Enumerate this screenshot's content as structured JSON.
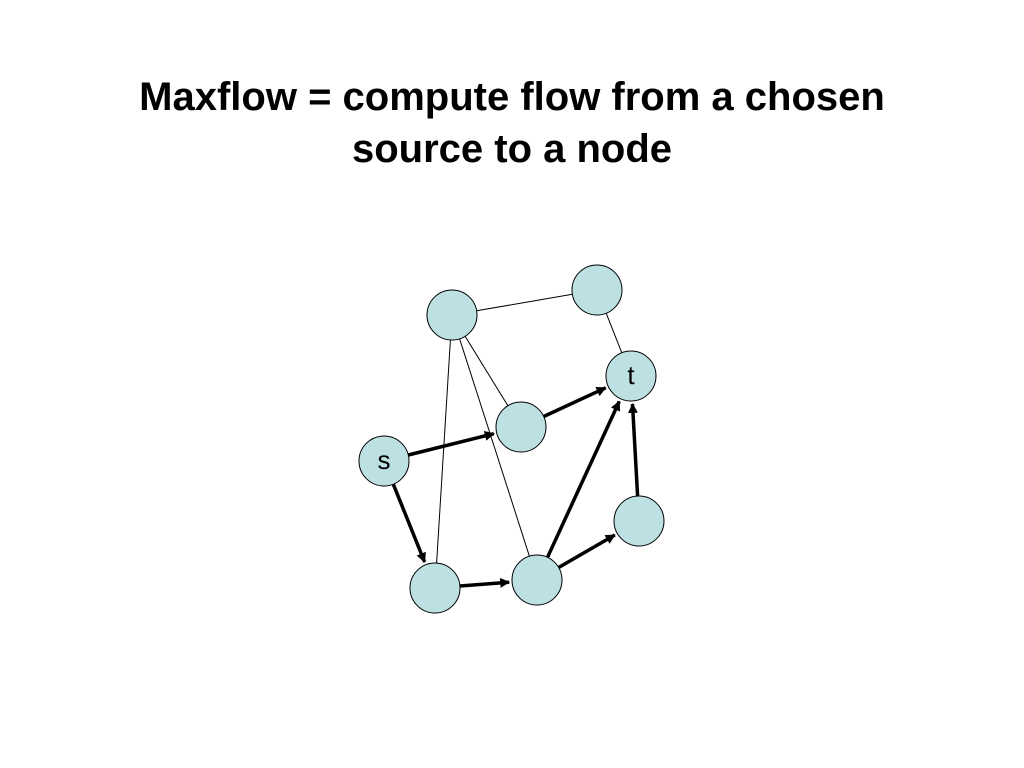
{
  "title": {
    "line1": "Maxflow = compute flow from a chosen",
    "line2": "source to a node"
  },
  "graph": {
    "node_color": "#bde0e3",
    "node_stroke": "#000000",
    "edge_color": "#000000",
    "nodes": [
      {
        "id": "n1",
        "label": ""
      },
      {
        "id": "n2",
        "label": ""
      },
      {
        "id": "t",
        "label": "t"
      },
      {
        "id": "n3",
        "label": ""
      },
      {
        "id": "s",
        "label": "s"
      },
      {
        "id": "n4",
        "label": ""
      },
      {
        "id": "n5",
        "label": ""
      },
      {
        "id": "n6",
        "label": ""
      }
    ],
    "edges": [
      {
        "from": "n1",
        "to": "n2",
        "directed": false,
        "flow": false
      },
      {
        "from": "n2",
        "to": "t",
        "directed": false,
        "flow": false
      },
      {
        "from": "n1",
        "to": "n3",
        "directed": false,
        "flow": false
      },
      {
        "from": "n1",
        "to": "n5",
        "directed": false,
        "flow": false
      },
      {
        "from": "n1",
        "to": "n6",
        "directed": false,
        "flow": false
      },
      {
        "from": "s",
        "to": "n3",
        "directed": true,
        "flow": true
      },
      {
        "from": "n3",
        "to": "t",
        "directed": true,
        "flow": true
      },
      {
        "from": "s",
        "to": "n5",
        "directed": true,
        "flow": true
      },
      {
        "from": "n5",
        "to": "n6",
        "directed": true,
        "flow": true
      },
      {
        "from": "n6",
        "to": "t",
        "directed": true,
        "flow": true
      },
      {
        "from": "n6",
        "to": "n4",
        "directed": true,
        "flow": true
      },
      {
        "from": "n4",
        "to": "t",
        "directed": true,
        "flow": true
      }
    ]
  }
}
